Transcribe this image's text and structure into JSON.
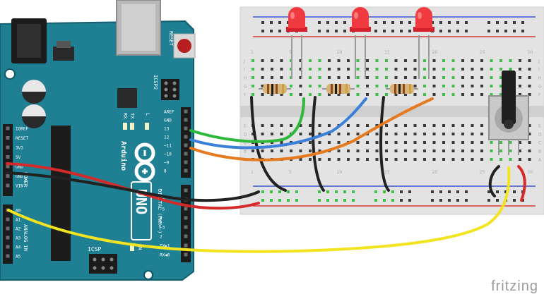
{
  "board": {
    "name": "Arduino",
    "model": "UNO",
    "reset_label": "RESET",
    "icsp2_label": "ICSP2",
    "icsp_label": "ICSP",
    "tx_label": "TX",
    "rx_label": "RX",
    "l_label": "L",
    "on_label": "ON",
    "power_label": "POWER",
    "analog_label": "ANALOG IN",
    "digital_label": "DIGITAL (PWM=~)",
    "header_pins_top": [
      "AREF",
      "GND",
      "13",
      "12",
      "~11",
      "~10",
      "~9",
      "8"
    ],
    "header_pins_bottom": [
      "7",
      "~6",
      "~5",
      "4",
      "~3",
      "2",
      "TX▶1",
      "RX◀0"
    ],
    "power_pins": [
      "IOREF",
      "RESET",
      "3V3",
      "5V",
      "GND",
      "GND",
      "VIN"
    ],
    "analog_pins": [
      "A0",
      "A1",
      "A2",
      "A3",
      "A4",
      "A5"
    ]
  },
  "breadboard": {
    "col_numbers": [
      "1",
      "5",
      "10",
      "15",
      "20",
      "25",
      "30"
    ],
    "row_letters_top": [
      "J",
      "I",
      "H",
      "G",
      "F"
    ],
    "row_letters_bottom": [
      "E",
      "D",
      "C",
      "B",
      "A"
    ]
  },
  "components": {
    "led_color": "#e8292e",
    "wire_colors": {
      "green": "#2db83a",
      "blue": "#3a7fd8",
      "orange": "#e57a1e",
      "red": "#d42a2a",
      "black": "#2a2a2a",
      "yellow": "#f2e421"
    }
  },
  "watermark": "fritzing"
}
